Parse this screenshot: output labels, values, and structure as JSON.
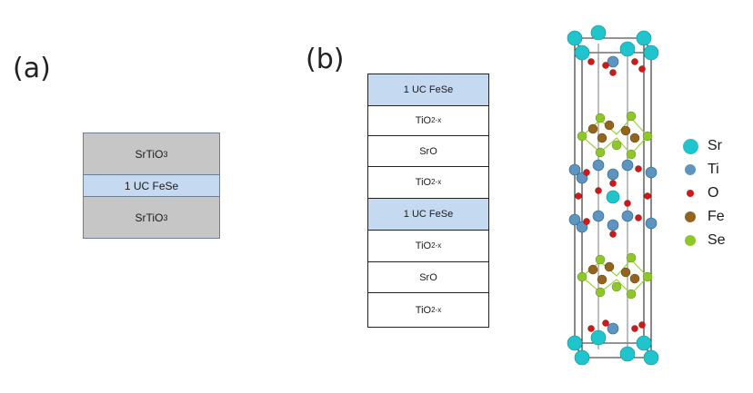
{
  "panel_a": {
    "label": "(a)",
    "layers": [
      {
        "base": "SrTiO",
        "sub": "3",
        "fill": "gray"
      },
      {
        "base": "1 UC FeSe",
        "sub": "",
        "fill": "blue"
      },
      {
        "base": "SrTiO",
        "sub": "3",
        "fill": "gray"
      }
    ]
  },
  "panel_b": {
    "label": "(b)",
    "layers": [
      {
        "base": "1 UC  FeSe",
        "sub": "",
        "fill": "blue"
      },
      {
        "base": "TiO",
        "sub": "2-x",
        "fill": "white"
      },
      {
        "base": "SrO",
        "sub": "",
        "fill": "white"
      },
      {
        "base": "TiO",
        "sub": "2-x",
        "fill": "white"
      },
      {
        "base": "1 UC  FeSe",
        "sub": "",
        "fill": "blue"
      },
      {
        "base": "TiO",
        "sub": "2-x",
        "fill": "white"
      },
      {
        "base": "SrO",
        "sub": "",
        "fill": "white"
      },
      {
        "base": "TiO",
        "sub": "2-x",
        "fill": "white"
      }
    ]
  },
  "legend": [
    {
      "label": "Sr",
      "color": "#1fc4cc"
    },
    {
      "label": "Ti",
      "color": "#5c95c0"
    },
    {
      "label": "O",
      "color": "#d01818"
    },
    {
      "label": "Fe",
      "color": "#94631e"
    },
    {
      "label": "Se",
      "color": "#8fc62a"
    }
  ]
}
